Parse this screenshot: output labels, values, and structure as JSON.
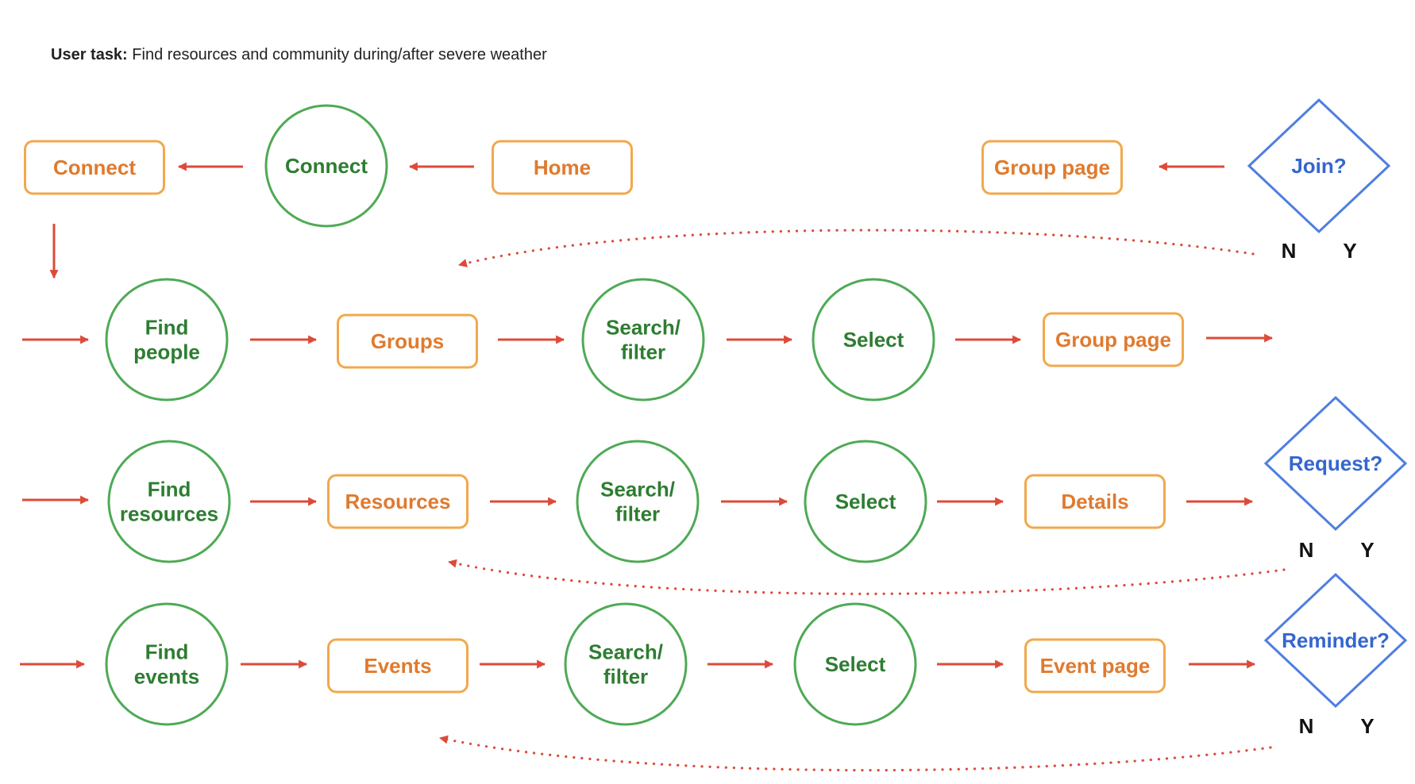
{
  "header": {
    "task_label": "User task:",
    "task_text": "Find resources and community during/after severe weather"
  },
  "colors": {
    "page_box": "#F2A84C",
    "page_text": "#E07A2E",
    "action_stroke": "#4EAA56",
    "action_text": "#2E7D32",
    "decision_stroke": "#4F7EE0",
    "decision_text": "#3566CF",
    "arrow": "#DC4B3A",
    "yes_no": "#111111"
  },
  "nodes": {
    "connect_page": "Connect",
    "connect_action": "Connect",
    "home_page": "Home",
    "group_page_top": "Group page",
    "join_decision": "Join?",
    "join_no": "N",
    "join_yes": "Y",
    "find_people": [
      "Find",
      "people"
    ],
    "groups_page": "Groups",
    "search_filter_1": [
      "Search/",
      "filter"
    ],
    "select_1": "Select",
    "group_page_row": "Group page",
    "find_resources": [
      "Find",
      "resources"
    ],
    "resources_page": "Resources",
    "search_filter_2": [
      "Search/",
      "filter"
    ],
    "select_2": "Select",
    "details_page": "Details",
    "request_decision": "Request?",
    "request_no": "N",
    "request_yes": "Y",
    "find_events": [
      "Find",
      "events"
    ],
    "events_page": "Events",
    "search_filter_3": [
      "Search/",
      "filter"
    ],
    "select_3": "Select",
    "event_page": "Event page",
    "reminder_decision": "Reminder?",
    "reminder_no": "N",
    "reminder_yes": "Y"
  }
}
